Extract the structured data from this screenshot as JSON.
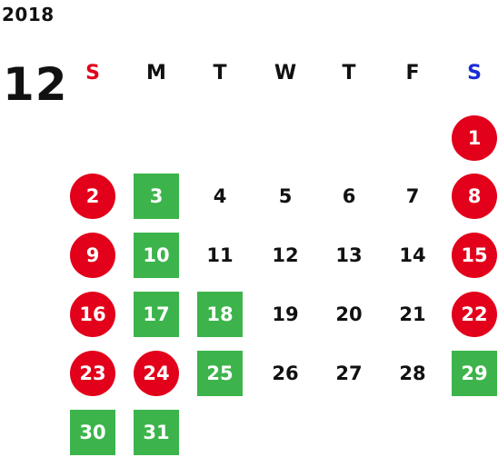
{
  "calendar": {
    "year": "2018",
    "month": "12",
    "weekdays": [
      {
        "label": "S",
        "color": "#e2001a"
      },
      {
        "label": "M",
        "color": "#111111"
      },
      {
        "label": "T",
        "color": "#111111"
      },
      {
        "label": "W",
        "color": "#111111"
      },
      {
        "label": "T",
        "color": "#111111"
      },
      {
        "label": "F",
        "color": "#111111"
      },
      {
        "label": "S",
        "color": "#1a2bd6"
      }
    ],
    "colors": {
      "holiday_red": "#e2001a",
      "closed_green": "#3cb44b"
    },
    "weeks": [
      [
        null,
        null,
        null,
        null,
        null,
        null,
        {
          "day": "1",
          "mark": "red-circle"
        }
      ],
      [
        {
          "day": "2",
          "mark": "red-circle"
        },
        {
          "day": "3",
          "mark": "green-square"
        },
        {
          "day": "4",
          "mark": "none"
        },
        {
          "day": "5",
          "mark": "none"
        },
        {
          "day": "6",
          "mark": "none"
        },
        {
          "day": "7",
          "mark": "none"
        },
        {
          "day": "8",
          "mark": "red-circle"
        }
      ],
      [
        {
          "day": "9",
          "mark": "red-circle"
        },
        {
          "day": "10",
          "mark": "green-square"
        },
        {
          "day": "11",
          "mark": "none"
        },
        {
          "day": "12",
          "mark": "none"
        },
        {
          "day": "13",
          "mark": "none"
        },
        {
          "day": "14",
          "mark": "none"
        },
        {
          "day": "15",
          "mark": "red-circle"
        }
      ],
      [
        {
          "day": "16",
          "mark": "red-circle"
        },
        {
          "day": "17",
          "mark": "green-square"
        },
        {
          "day": "18",
          "mark": "green-square"
        },
        {
          "day": "19",
          "mark": "none"
        },
        {
          "day": "20",
          "mark": "none"
        },
        {
          "day": "21",
          "mark": "none"
        },
        {
          "day": "22",
          "mark": "red-circle"
        }
      ],
      [
        {
          "day": "23",
          "mark": "red-circle"
        },
        {
          "day": "24",
          "mark": "red-circle"
        },
        {
          "day": "25",
          "mark": "green-square"
        },
        {
          "day": "26",
          "mark": "none"
        },
        {
          "day": "27",
          "mark": "none"
        },
        {
          "day": "28",
          "mark": "none"
        },
        {
          "day": "29",
          "mark": "green-square"
        }
      ],
      [
        {
          "day": "30",
          "mark": "green-square"
        },
        {
          "day": "31",
          "mark": "green-square"
        },
        null,
        null,
        null,
        null,
        null
      ]
    ]
  }
}
